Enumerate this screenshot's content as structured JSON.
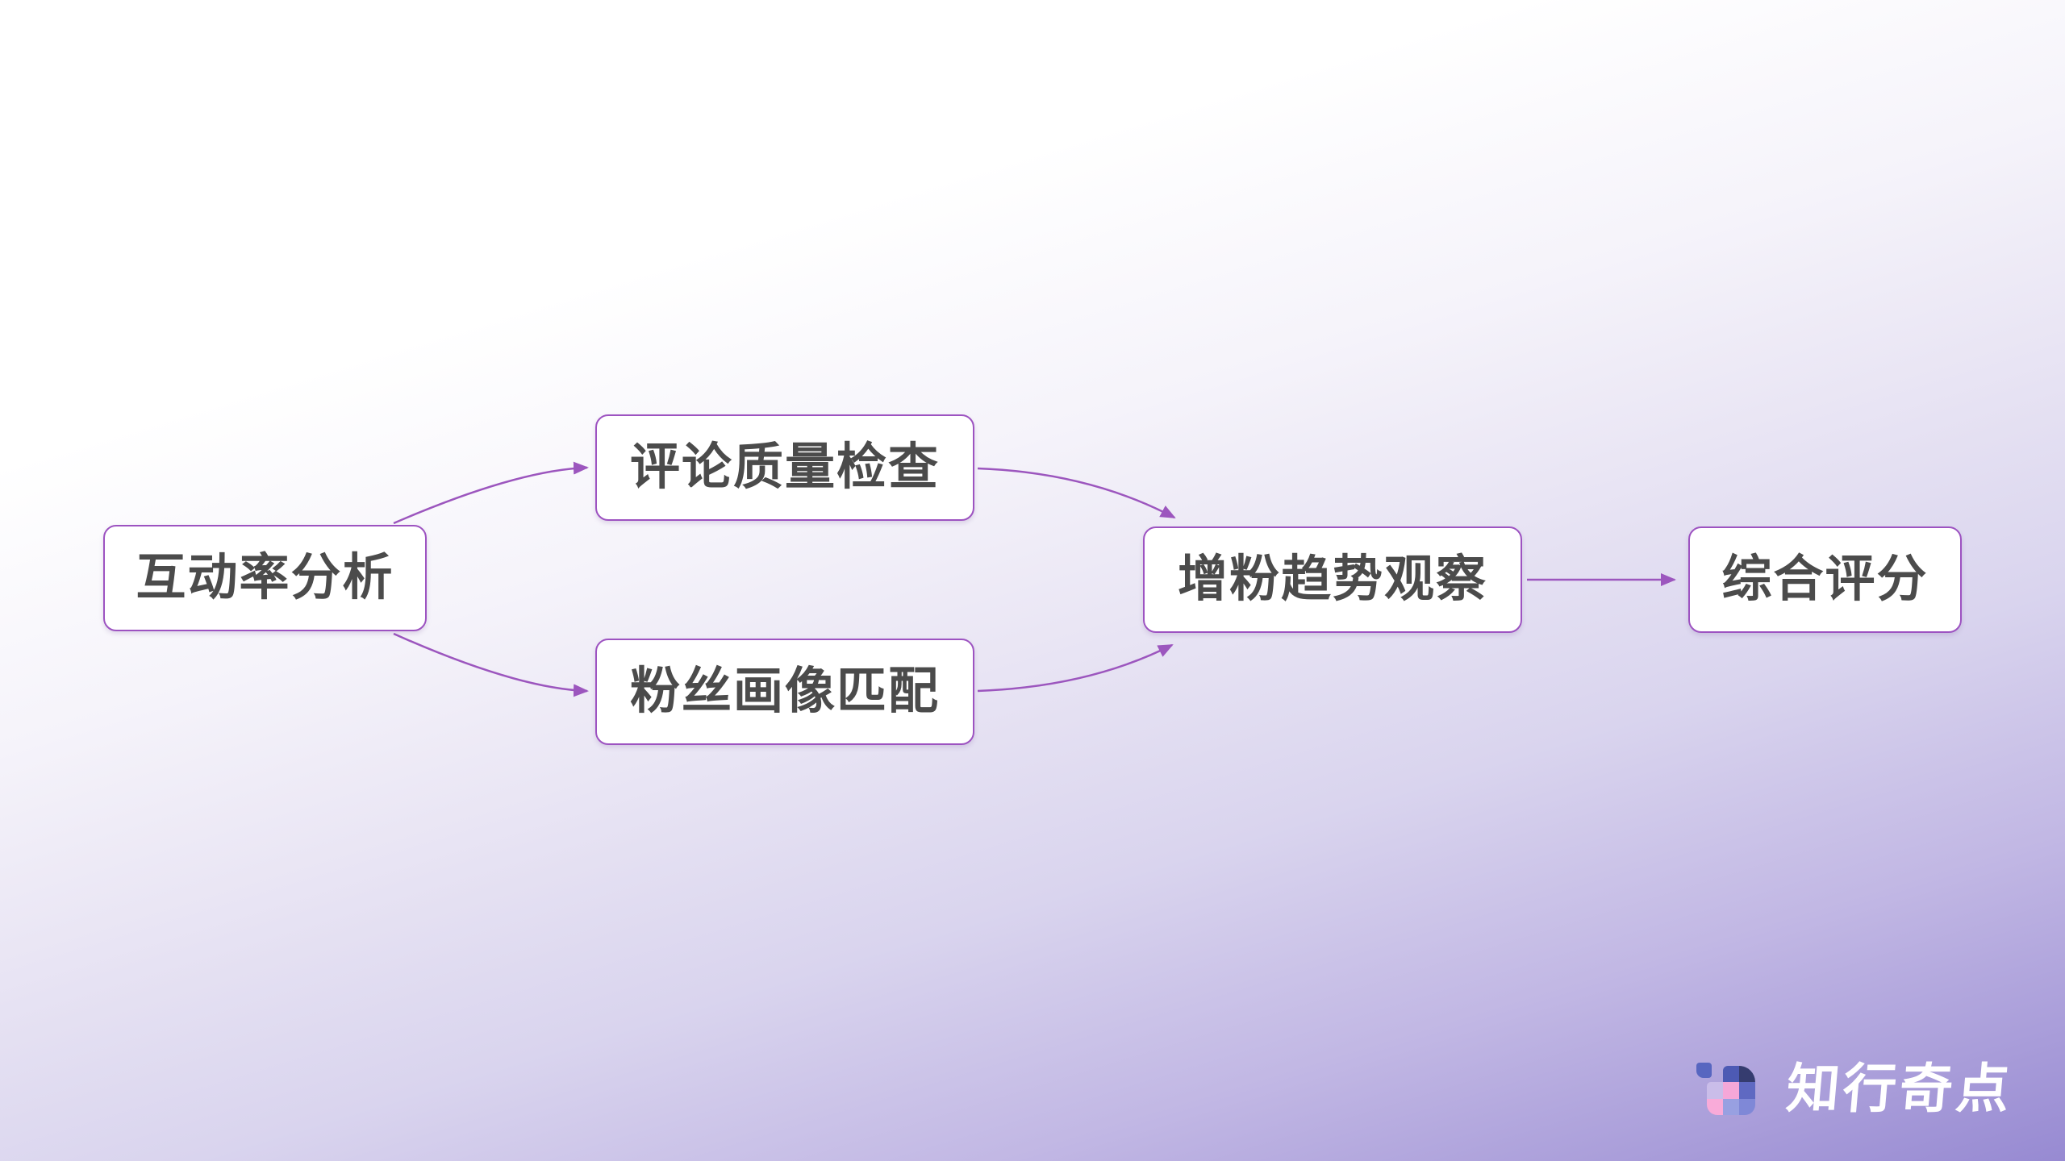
{
  "meta": {
    "page_type": "flowchart-slide"
  },
  "background": {
    "gradient_start": "#ffffff",
    "gradient_end": "#978ad2"
  },
  "diagram": {
    "nodes": [
      {
        "id": "engagement-rate-analysis",
        "label": "互动率分析"
      },
      {
        "id": "comment-quality-check",
        "label": "评论质量检查"
      },
      {
        "id": "fan-profile-matching",
        "label": "粉丝画像匹配"
      },
      {
        "id": "follower-growth-trend",
        "label": "增粉趋势观察"
      },
      {
        "id": "overall-score",
        "label": "综合评分"
      }
    ],
    "edges": [
      {
        "from": "互动率分析",
        "to": "评论质量检查"
      },
      {
        "from": "互动率分析",
        "to": "粉丝画像匹配"
      },
      {
        "from": "评论质量检查",
        "to": "增粉趋势观察"
      },
      {
        "from": "粉丝画像匹配",
        "to": "增粉趋势观察"
      },
      {
        "from": "增粉趋势观察",
        "to": "综合评分"
      }
    ],
    "colors": {
      "node_background": "#ffffff",
      "node_border": "#9d53c1",
      "node_text": "#4b4b4b",
      "edge_stroke": "#9c56be"
    }
  },
  "branding": {
    "logo_text": "知行奇点",
    "logo_mark_colors": {
      "chip": "#5766c0",
      "top_mid": "#4d5ab4",
      "top_right": "#353c6f",
      "mid_left": "#cabde9",
      "mid_center": "#f5a7d8",
      "mid_right": "#5f69c2",
      "bottom_left": "#f9abd9",
      "bottom_center": "#98a0e1",
      "bottom_right": "#7f88d7"
    }
  }
}
